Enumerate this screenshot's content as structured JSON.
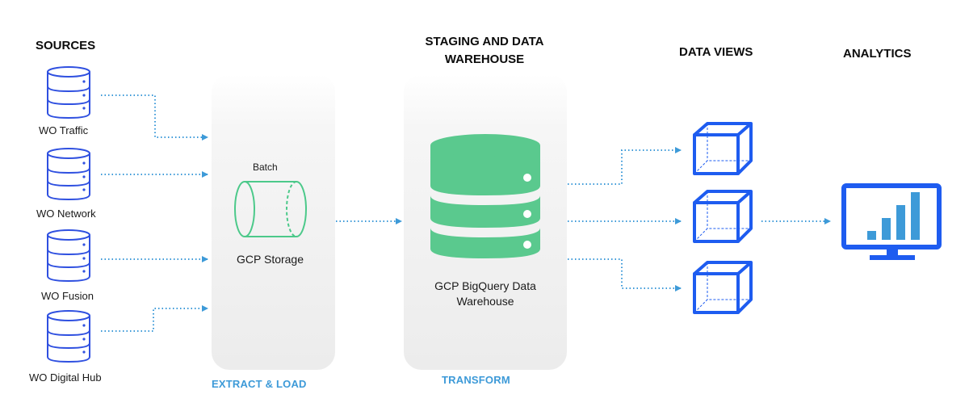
{
  "headings": {
    "sources": "SOURCES",
    "staging": "STAGING AND DATA WAREHOUSE",
    "staging_line1": "STAGING AND DATA",
    "staging_line2": "WAREHOUSE",
    "data_views": "DATA VIEWS",
    "analytics": "ANALYTICS"
  },
  "sources": [
    {
      "label": "WO Traffic",
      "icon": "database-icon"
    },
    {
      "label": "WO Network",
      "icon": "database-icon"
    },
    {
      "label": "WO Fusion",
      "icon": "database-icon"
    },
    {
      "label": "WO Digital Hub",
      "icon": "database-icon"
    }
  ],
  "extract_load": {
    "stage_label": "EXTRACT & LOAD",
    "batch_label": "Batch",
    "storage_label": "GCP Storage",
    "icon": "storage-cylinder-icon"
  },
  "transform": {
    "stage_label": "TRANSFORM",
    "warehouse_label": "GCP BigQuery Data Warehouse",
    "warehouse_line1": "GCP BigQuery Data",
    "warehouse_line2": "Warehouse",
    "icon": "database-icon"
  },
  "data_views": {
    "icon": "cube-icon",
    "count": 3
  },
  "analytics": {
    "icon": "monitor-bar-chart-icon"
  },
  "colors": {
    "source_icon": "#2f50e0",
    "storage_icon": "#4cc98a",
    "warehouse_icon": "#5ac98e",
    "cube_icon": "#1e5cf0",
    "monitor": "#1e5cf0",
    "bars": "#3d9ad8",
    "arrows": "#3d9ad8",
    "stage_label": "#3d9ad8"
  }
}
